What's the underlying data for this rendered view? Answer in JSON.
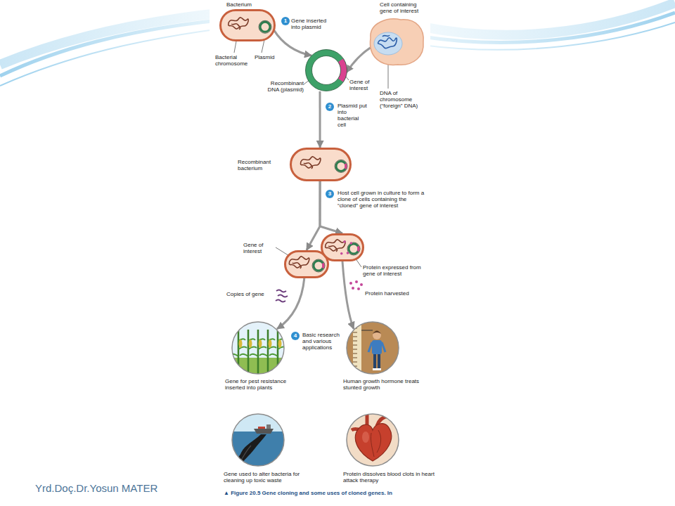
{
  "diagram": {
    "caption": "▲ Figure 20.5 Gene cloning and some uses of cloned genes. In",
    "nodes": [
      {
        "text": [
          "Bacterium"
        ]
      },
      {
        "text": [
          "Cell containing gene of interest"
        ]
      },
      {
        "text": [
          "Recombinant DNA (plasmid)"
        ]
      },
      {
        "text": [
          "Recombinant bacterium"
        ]
      },
      {
        "text": [
          "Gene of interest"
        ]
      },
      {
        "text": [
          "Protein expressed from gene of interest"
        ]
      },
      {
        "text": [
          "Gene for pest resistance inserted into plants"
        ]
      },
      {
        "text": [
          "Human growth hormone treats stunted growth"
        ]
      },
      {
        "text": [
          "Gene used to alter bacteria for cleaning up toxic waste"
        ]
      },
      {
        "text": [
          "Protein dissolves blood clots in heart attack therapy"
        ]
      }
    ],
    "edges": [
      {
        "from": 0,
        "to": 2,
        "arrow": "to"
      },
      {
        "from": 1,
        "to": 2,
        "arrow": "to"
      },
      {
        "from": 2,
        "to": 3,
        "arrow": "to"
      },
      {
        "from": 3,
        "to": 4,
        "arrow": "to"
      },
      {
        "from": 3,
        "to": 5,
        "arrow": "to"
      },
      {
        "from": 4,
        "to": 6,
        "arrow": "to"
      },
      {
        "from": 5,
        "to": 7,
        "arrow": "to"
      }
    ],
    "labels": [
      "Bacterial chromosome",
      "Plasmid",
      "1",
      "Gene inserted into plasmid",
      "Gene of interest",
      "DNA of chromosome (“foreign” DNA)",
      "2",
      "Plasmid put into bacterial cell",
      "3",
      "Host cell grown in culture to form a clone of cells containing the “cloned” gene of interest",
      "Copies of gene",
      "Protein harvested",
      "4",
      "Basic research and various applications",
      "Yrd.Doç.Dr.Yosun MATER"
    ]
  }
}
